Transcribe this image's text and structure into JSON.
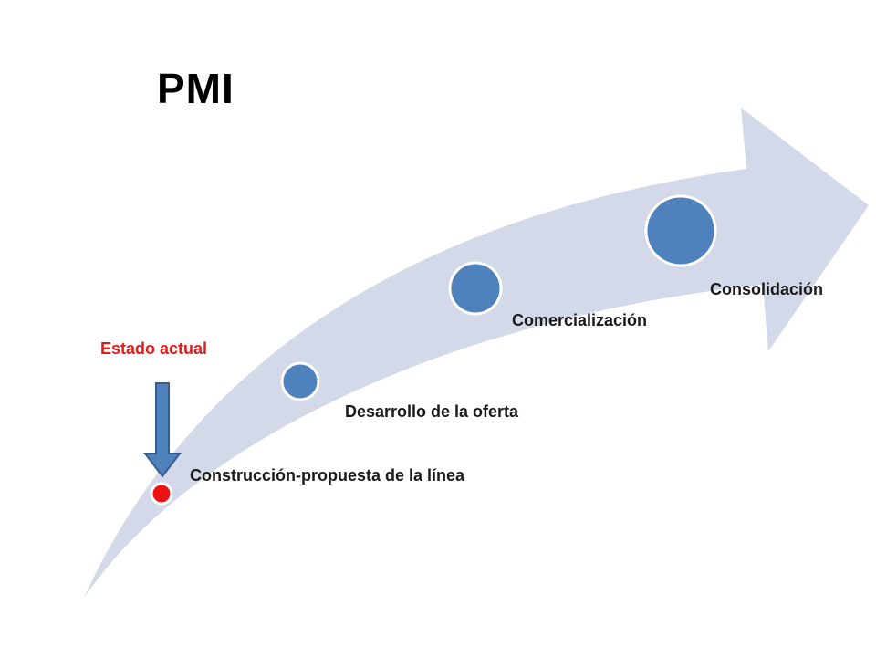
{
  "title": "PMI",
  "current_state": {
    "label": "Estado actual",
    "color": "#e31b1b"
  },
  "colors": {
    "arrow_fill": "#d3d9e8",
    "stage_circle": "#4f81bd",
    "stage_circle_stroke": "#ffffff",
    "marker_dot": "#ee1111",
    "pointer_arrow": "#4f81bd",
    "pointer_arrow_stroke": "#385d8a"
  },
  "stages": [
    {
      "label": "Construcción-propuesta de la línea"
    },
    {
      "label": "Desarrollo de la oferta"
    },
    {
      "label": "Comercialización"
    },
    {
      "label": "Consolidación"
    }
  ]
}
